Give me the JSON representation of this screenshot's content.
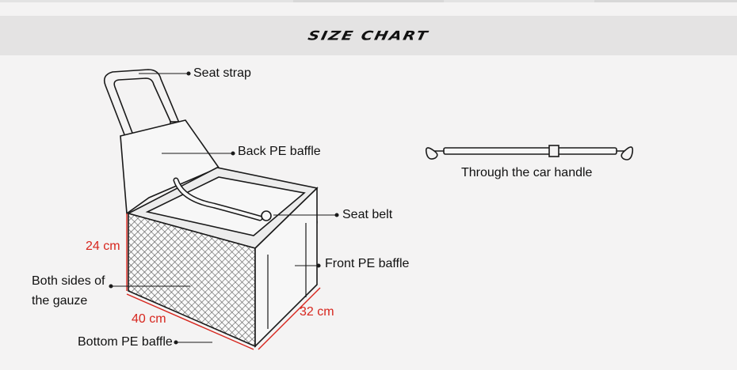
{
  "header": {
    "title": "SIZE CHART"
  },
  "labels": {
    "seat_strap": "Seat strap",
    "back_pe_baffle": "Back PE baffle",
    "seat_belt": "Seat belt",
    "front_pe_baffle": "Front PE baffle",
    "both_sides_line1": "Both sides of",
    "both_sides_line2": "the gauze",
    "bottom_pe_baffle": "Bottom PE baffle",
    "through_car_handle": "Through the car handle"
  },
  "dimensions": {
    "height": "24 cm",
    "width": "40 cm",
    "depth": "32 cm"
  },
  "colors": {
    "dimension_text": "#d7261e",
    "outline": "#1a1a1a",
    "background": "#f4f3f3",
    "header_bg": "#e4e3e3"
  }
}
